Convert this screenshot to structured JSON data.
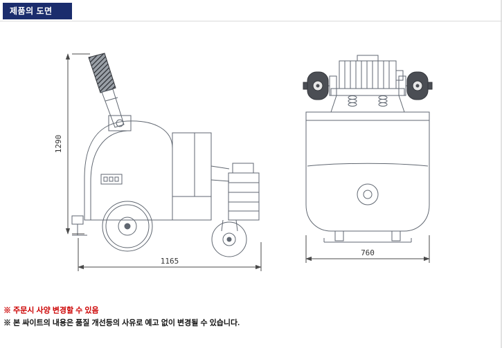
{
  "header": {
    "title": "제품의 도면",
    "bg_color": "#1b2d6d"
  },
  "drawing": {
    "dimensions": {
      "side_height": "1290",
      "side_length": "1165",
      "front_width": "760"
    }
  },
  "notes": [
    {
      "text": "※ 주문시 사양 변경할 수 있음",
      "color": "#cc0000"
    },
    {
      "text": "※ 본 싸이트의 내용은 품질 개선등의 사유로 예고 없이 변경될 수 있습니다.",
      "color": "#111111"
    }
  ]
}
